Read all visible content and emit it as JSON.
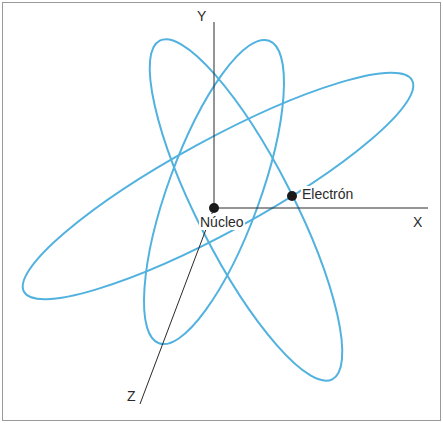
{
  "diagram": {
    "labels": [
      "Y",
      "Electrón",
      "X",
      "Núcleo",
      "Z"
    ]
  }
}
